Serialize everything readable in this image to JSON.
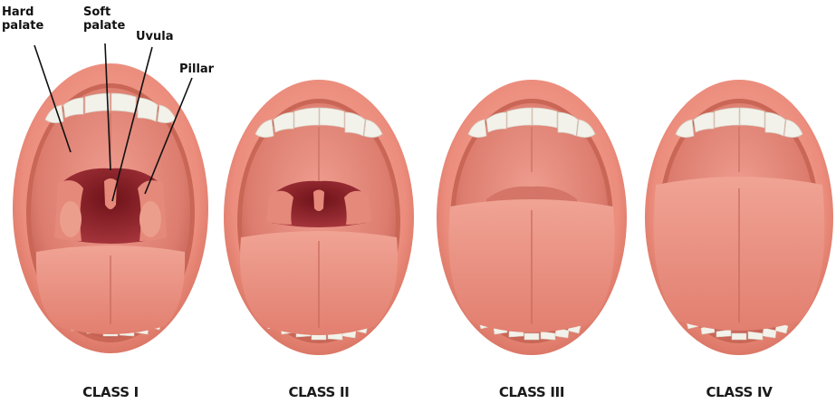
{
  "annotations": {
    "hard_palate": [
      "Hard",
      "palate"
    ],
    "soft_palate": [
      "Soft",
      "palate"
    ],
    "uvula": "Uvula",
    "pillar": "Pillar"
  },
  "panels": [
    {
      "label": "CLASS I"
    },
    {
      "label": "CLASS II"
    },
    {
      "label": "CLASS III"
    },
    {
      "label": "CLASS IV"
    }
  ],
  "colors": {
    "lip": "#ec8d7d",
    "lip_dark": "#c8604f",
    "lip_highlight": "#f6b9aa",
    "mouth_cavity": "#b64a40",
    "palate": "#e78f82",
    "throat": "#8e1f24",
    "tonsil": "#e99b8a",
    "tongue": "#ea9585",
    "tongue_shadow": "#c86b5d",
    "teeth": "#f3f2ea"
  }
}
